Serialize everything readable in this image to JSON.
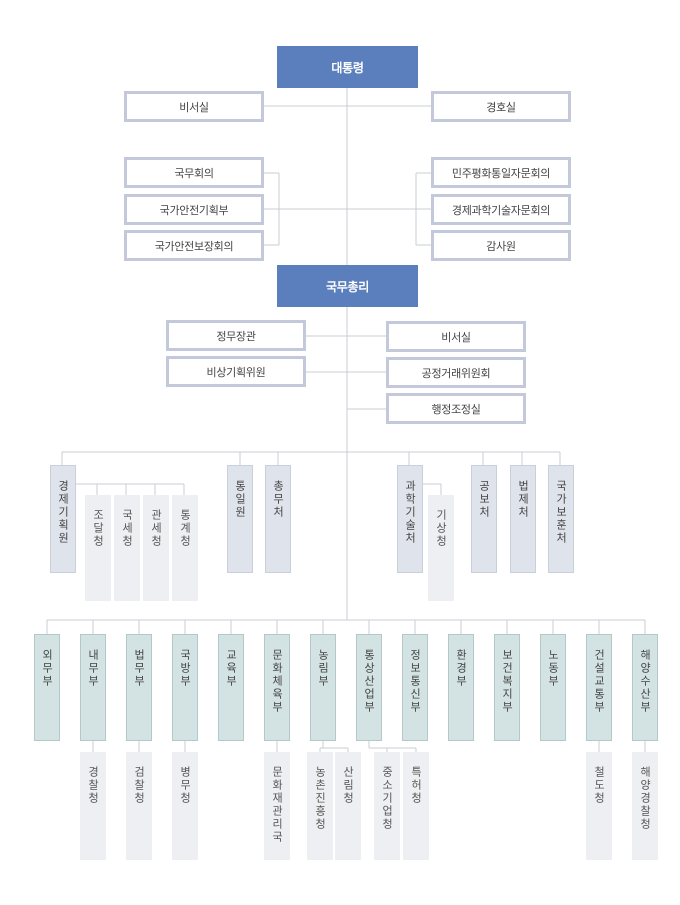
{
  "top": {
    "president": "대통령",
    "secretary": "비서실",
    "security": "경호실",
    "left_councils": [
      "국무회의",
      "국가안전기획부",
      "국가안전보장회의"
    ],
    "right_councils": [
      "민주평화통일자문회의",
      "경제과학기술자문회의",
      "감사원"
    ]
  },
  "pm": {
    "title": "국무총리",
    "left": [
      "정무장관",
      "비상기획위원"
    ],
    "right": [
      "비서실",
      "공정거래위원회",
      "행정조정실"
    ]
  },
  "tier1": {
    "main": [
      {
        "name": "경제기획원",
        "subs": [
          "조달청",
          "국세청",
          "관세청",
          "통계청"
        ]
      },
      {
        "name": "통일원",
        "subs": []
      },
      {
        "name": "총무처",
        "subs": []
      },
      {
        "name": "과학기술처",
        "subs": [
          "기상청"
        ]
      },
      {
        "name": "공보처",
        "subs": []
      },
      {
        "name": "법제처",
        "subs": []
      },
      {
        "name": "국가보훈처",
        "subs": []
      }
    ]
  },
  "tier2": {
    "ministries": [
      {
        "name": "외무부",
        "subs": []
      },
      {
        "name": "내무부",
        "subs": [
          "경찰청"
        ]
      },
      {
        "name": "법무부",
        "subs": [
          "검찰청"
        ]
      },
      {
        "name": "국방부",
        "subs": [
          "병무청"
        ]
      },
      {
        "name": "교육부",
        "subs": []
      },
      {
        "name": "문화체육부",
        "subs": [
          "문화재관리국"
        ]
      },
      {
        "name": "농림부",
        "subs": [
          "농촌진흥청",
          "산림청"
        ]
      },
      {
        "name": "통상산업부",
        "subs": [
          "중소기업청",
          "특허청"
        ]
      },
      {
        "name": "정보통신부",
        "subs": []
      },
      {
        "name": "환경부",
        "subs": []
      },
      {
        "name": "보건복지부",
        "subs": []
      },
      {
        "name": "노동부",
        "subs": []
      },
      {
        "name": "건설교통부",
        "subs": [
          "철도청"
        ]
      },
      {
        "name": "해양수산부",
        "subs": [
          "해양경찰청"
        ]
      }
    ]
  }
}
